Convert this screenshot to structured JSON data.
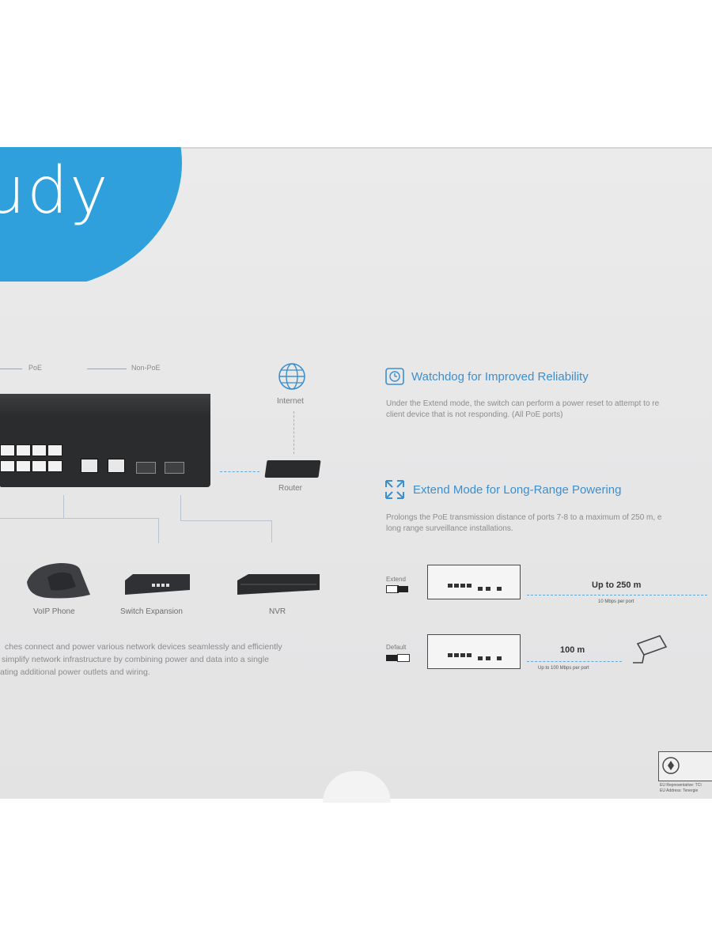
{
  "brand": {
    "logo_text": "udy",
    "accent": "#2fa0dc"
  },
  "legend": {
    "poe": "PoE",
    "non_poe": "Non-PoE"
  },
  "topology": {
    "internet_label": "Internet",
    "router_label": "Router",
    "devices": [
      {
        "label": "VoIP Phone"
      },
      {
        "label": "Switch Expansion"
      },
      {
        "label": "NVR"
      }
    ]
  },
  "description_lines": [
    "ches connect and power various network devices seamlessly and efficiently",
    "simplify network infrastructure by combining power and data into a single",
    "ating additional power outlets and wiring."
  ],
  "features": [
    {
      "icon": "watchdog-clock-icon",
      "title": "Watchdog for Improved Reliability",
      "desc": [
        "Under the Extend mode, the switch can perform a power reset to attempt to re",
        "client device that is not responding. (All PoE ports)"
      ]
    },
    {
      "icon": "expand-arrows-icon",
      "title": "Extend Mode for Long-Range Powering",
      "desc": [
        "Prolongs the PoE transmission distance of ports 7-8 to a maximum of 250 m, e",
        "long range surveillance installations."
      ]
    }
  ],
  "diagram": {
    "extend": {
      "mode": "Extend",
      "distance": "Up to 250 m",
      "speed": "10 Mbps per port"
    },
    "default": {
      "mode": "Default",
      "distance": "100 m",
      "speed": "Up to 100 Mbps per port"
    }
  },
  "cert": {
    "line1": "EU Representative: TCI",
    "line2": "EU Address: Tenergie"
  }
}
